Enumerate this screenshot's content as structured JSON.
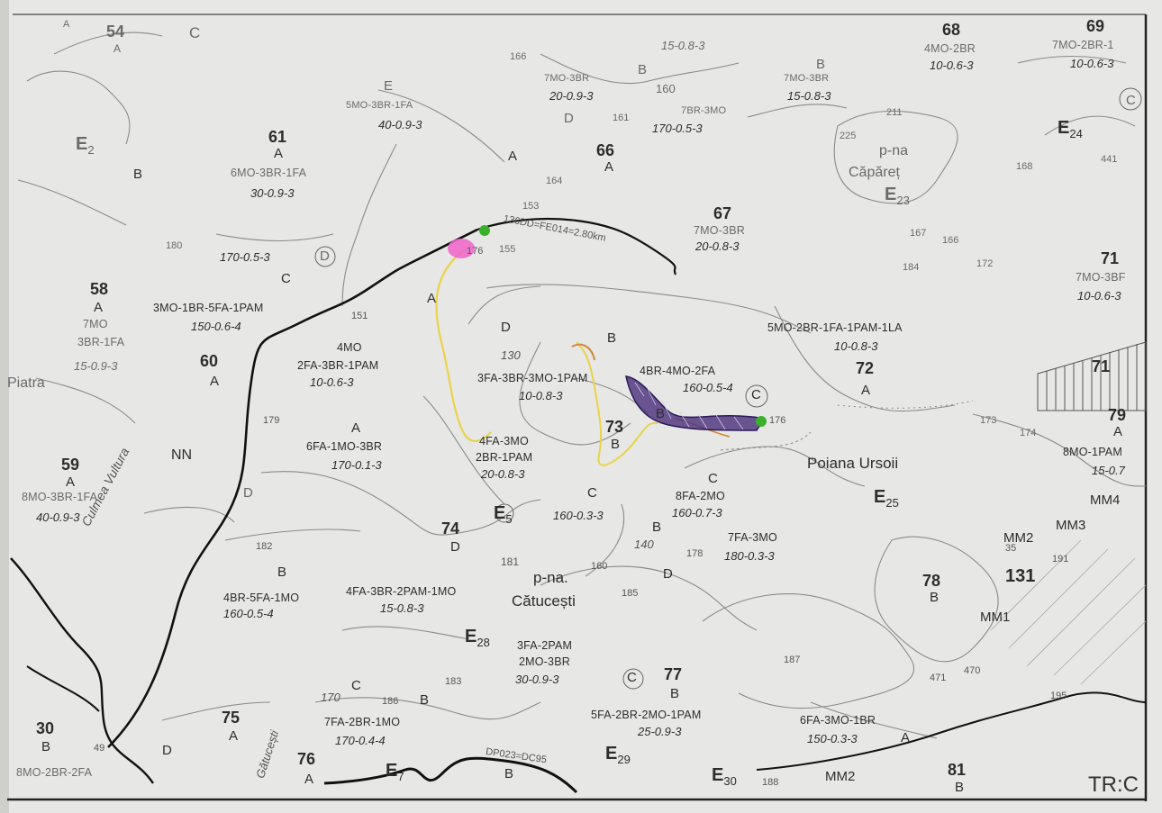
{
  "scene": {
    "paper_color": "#e7e7e5",
    "frame_color": "#1e1e1e",
    "road_color": "#111111",
    "highlight_colors": {
      "yellow": "#e9d34a",
      "purple": "#4a2f7a",
      "pink": "#f06acb",
      "green": "#3bb02a",
      "orange": "#d08a3a"
    }
  },
  "parcels": [
    {
      "id": "p58",
      "num": "58",
      "letter": "A",
      "comp": "7MO",
      "comp2": "3BR-1FA",
      "cls": "15-0.9-3"
    },
    {
      "id": "p59",
      "num": "59",
      "letter": "A",
      "comp": "8MO-3BR-1FA",
      "cls": "40-0.9-3"
    },
    {
      "id": "p60",
      "num": "60",
      "letter": "A"
    },
    {
      "id": "p61",
      "num": "61",
      "letter": "A",
      "comp": "6MO-3BR-1FA",
      "cls": "30-0.9-3"
    },
    {
      "id": "p66",
      "num": "66",
      "letter": "A"
    },
    {
      "id": "p67",
      "num": "67",
      "comp": "7MO-3BR",
      "cls": "20-0.8-3"
    },
    {
      "id": "p68",
      "num": "68",
      "comp": "4MO-2BR",
      "cls": "10-0.6-3"
    },
    {
      "id": "p69",
      "num": "69",
      "comp": "7MO-2BR-1",
      "cls": "10-0.6-3"
    },
    {
      "id": "p71a",
      "num": "71",
      "comp": "7MO-3BF",
      "cls": "10-0.6-3"
    },
    {
      "id": "p71b",
      "num": "71"
    },
    {
      "id": "p72",
      "num": "72",
      "letter": "A"
    },
    {
      "id": "p73",
      "num": "73",
      "letter": "B"
    },
    {
      "id": "p74",
      "num": "74",
      "letter": "D"
    },
    {
      "id": "p75",
      "num": "75",
      "letter": "A"
    },
    {
      "id": "p76",
      "num": "76",
      "letter": "A"
    },
    {
      "id": "p77",
      "num": "77",
      "letter": "B"
    },
    {
      "id": "p78",
      "num": "78",
      "letter": "B"
    },
    {
      "id": "p79",
      "num": "79",
      "letter": "A",
      "comp": "8MO-1PAM",
      "cls": "15-0.7"
    },
    {
      "id": "p81",
      "num": "81",
      "letter": "B"
    },
    {
      "id": "p131",
      "num": "131"
    },
    {
      "id": "p30",
      "num": "30",
      "letter": "B",
      "comp": "8MO-2BR-2FA"
    },
    {
      "id": "p54",
      "num": "54",
      "letter": "A"
    }
  ],
  "subunits": [
    {
      "id": "s1",
      "letter": "C",
      "comp": "3MO-1BR-5FA-1PAM",
      "cls": "150-0.6-4"
    },
    {
      "id": "s2",
      "letter": "",
      "comp": "4MO",
      "comp2": "2FA-3BR-1PAM",
      "cls": "10-0.6-3"
    },
    {
      "id": "s3",
      "letter": "A",
      "comp": "6FA-1MO-3BR",
      "cls": "170-0.1-3"
    },
    {
      "id": "s4",
      "letter": "D",
      "comp": "3FA-3BR-3MO-1PAM",
      "cls": "10-0.8-3"
    },
    {
      "id": "s5",
      "letter": "",
      "comp": "4FA-3MO",
      "comp2": "2BR-1PAM",
      "cls": "20-0.8-3"
    },
    {
      "id": "s6",
      "letter": "B",
      "comp": "4BR-4MO-2FA",
      "cls": "160-0.5-4"
    },
    {
      "id": "s7",
      "letter": "",
      "comp": "5MO-2BR-1FA-1PAM-1LA",
      "cls": "10-0.8-3"
    },
    {
      "id": "s8",
      "letter": "C",
      "cls": "160-0.3-3"
    },
    {
      "id": "s9",
      "letter": "C",
      "comp": "8FA-2MO",
      "cls": "160-0.7-3"
    },
    {
      "id": "s10",
      "letter": "",
      "comp": "7FA-3MO",
      "cls": "180-0.3-3"
    },
    {
      "id": "s11",
      "letter": "B",
      "comp": "4BR-5FA-1MO",
      "cls": "160-0.5-4"
    },
    {
      "id": "s12",
      "letter": "",
      "comp": "4FA-3BR-2PAM-1MO",
      "cls": "15-0.8-3"
    },
    {
      "id": "s13",
      "letter": "",
      "comp": "3FA-2PAM",
      "comp2": "2MO-3BR",
      "cls": "30-0.9-3"
    },
    {
      "id": "s14",
      "letter": "",
      "comp": "5FA-2BR-2MO-1PAM",
      "cls": "25-0.9-3"
    },
    {
      "id": "s15",
      "letter": "",
      "comp": "7FA-2BR-1MO",
      "cls": "170-0.4-4"
    },
    {
      "id": "s16",
      "letter": "",
      "comp": "6FA-3MO-1BR",
      "cls": "150-0.3-3"
    },
    {
      "id": "s17",
      "letter": "E",
      "comp": "5MO-3BR-1FA",
      "cls": "40-0.9-3"
    },
    {
      "id": "s18",
      "letter": "",
      "comp": "7MO-3BR",
      "cls": "20-0.9-3"
    },
    {
      "id": "s19",
      "letter": "",
      "comp": "7BR-3MO",
      "cls": "170-0.5-3"
    },
    {
      "id": "s20",
      "letter": "B",
      "comp": "7MO-3BR",
      "cls": "15-0.8-3"
    },
    {
      "id": "s21",
      "letter": "",
      "cls": "15-0.8-3"
    },
    {
      "id": "s22",
      "letter": "",
      "cls": "170-0.5-3"
    }
  ],
  "places": {
    "poiana_ursoii": "Poiana Ursoii",
    "pna_catucesti_1": "p-na.",
    "pna_catucesti_2": "Cătucești",
    "pna_caparet_1": "p-na",
    "pna_caparet_2": "Căpăreț",
    "culmea_vultura": "Culmea Vultura",
    "catucesti_stream": "Gătucești",
    "patra": "Piatra",
    "nn": "NN",
    "tr": "TR:C"
  },
  "road_labels": {
    "forest_road": "136DD=FE014=2.80km",
    "dp": "DP023=DC95"
  },
  "markers": {
    "E25": {
      "base": "E",
      "sub": "25"
    },
    "E28": {
      "base": "E",
      "sub": "28"
    },
    "E29": {
      "base": "E",
      "sub": "29"
    },
    "E30": {
      "base": "E",
      "sub": "30"
    },
    "E27": {
      "base": "E",
      "sub": "7"
    },
    "E23": {
      "base": "E",
      "sub": "23"
    },
    "E24": {
      "base": "E",
      "sub": "24"
    },
    "E2": {
      "base": "E",
      "sub": "2"
    },
    "E5": {
      "base": "E",
      "sub": "5"
    }
  },
  "mm": [
    "MM2",
    "MM3",
    "MM4",
    "MM1",
    "MM2"
  ],
  "elevations": [
    "151",
    "130",
    "176",
    "176",
    "179",
    "182",
    "181",
    "160",
    "140",
    "178",
    "185",
    "183",
    "187",
    "170",
    "186",
    "49",
    "35",
    "191",
    "195",
    "471",
    "470",
    "188",
    "166",
    "153",
    "155",
    "161",
    "160",
    "164",
    "168",
    "173",
    "174",
    "167",
    "172",
    "211",
    "225",
    "441",
    "184",
    "166",
    "180"
  ],
  "letters": [
    "A",
    "B",
    "C",
    "D",
    "B",
    "C",
    "D",
    "A",
    "B",
    "D",
    "C",
    "B",
    "A",
    "D",
    "B",
    "C",
    "A",
    "D",
    "B",
    "C"
  ]
}
